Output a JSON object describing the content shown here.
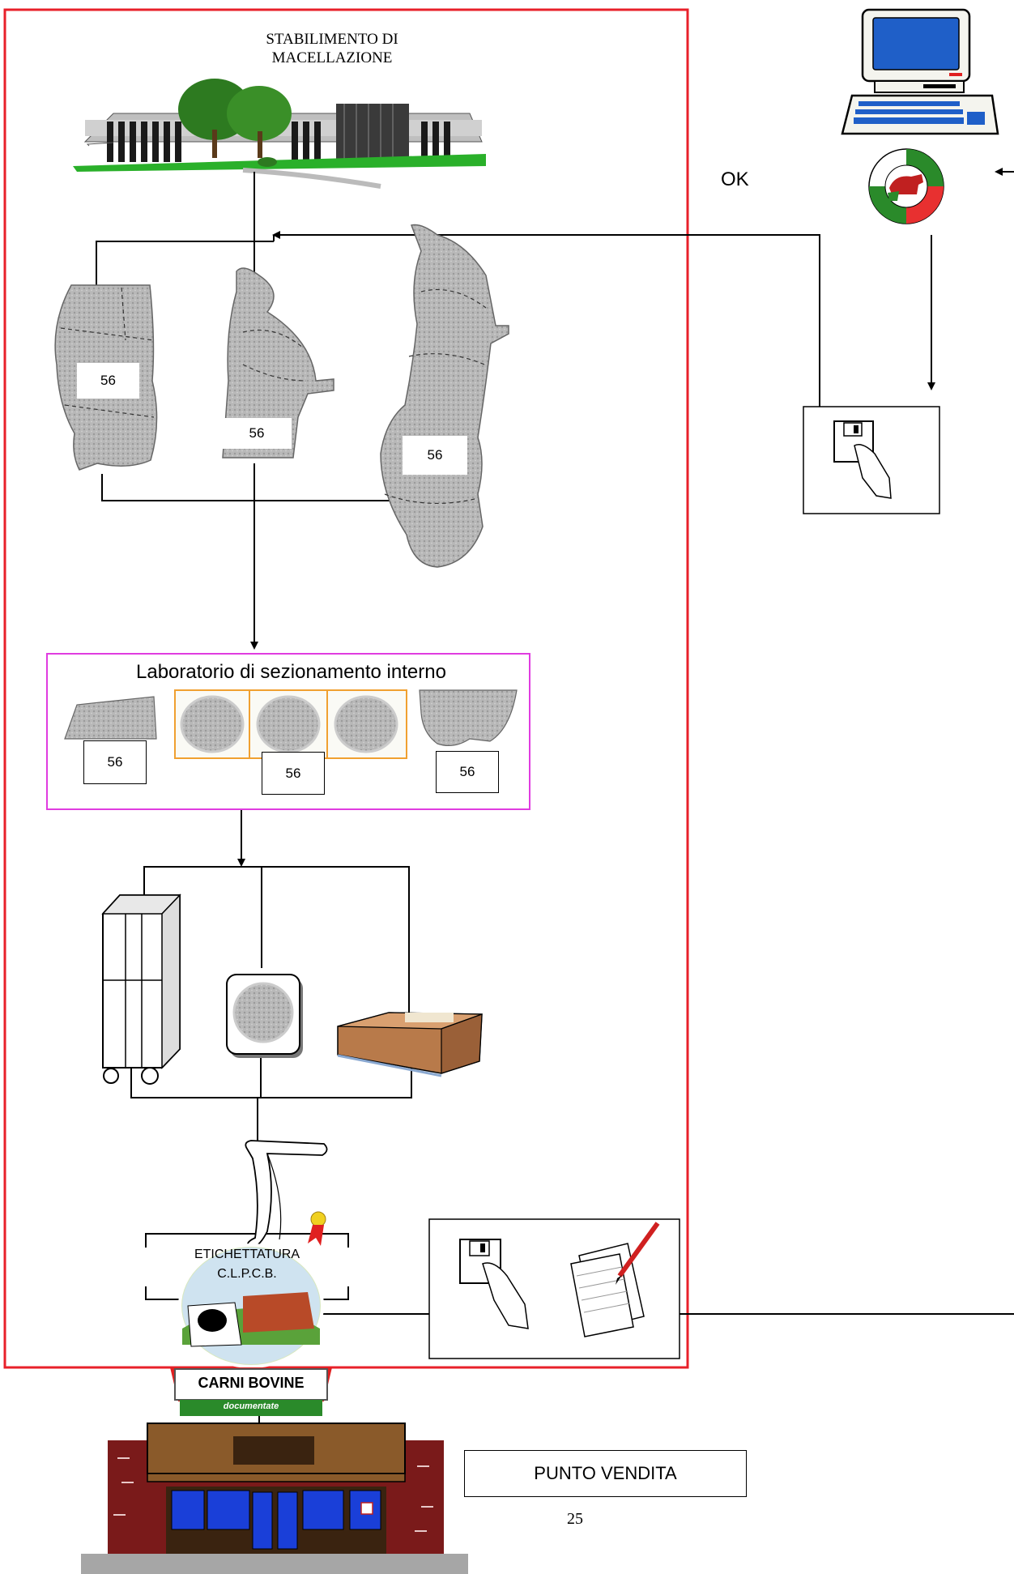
{
  "diagram": {
    "plant_title_line1": "STABILIMENTO DI",
    "plant_title_line2": "MACELLAZIONE",
    "ok_label": "OK",
    "carcass_number_1": "56",
    "carcass_number_2": "56",
    "carcass_number_3": "56",
    "lab_title": "Laboratorio di sezionamento interno",
    "lab_number_1": "56",
    "lab_number_2": "56",
    "lab_number_3": "56",
    "labeling_line1": "ETICHETTATURA",
    "labeling_line2": "C.L.P.C.B.",
    "badge_title": "CARNI BOVINE",
    "badge_subtitle": "documentate",
    "store_label": "PUNTO VENDITA",
    "page_number": "25"
  },
  "colors": {
    "frame_red": "#e8202a",
    "lab_border": "#e03ce0",
    "monitor_blue": "#1f5fc8",
    "steak_border": "#f0a030",
    "box_brown": "#b87a4a",
    "store_brick": "#7a1a1a",
    "store_window": "#1a3fd8"
  }
}
